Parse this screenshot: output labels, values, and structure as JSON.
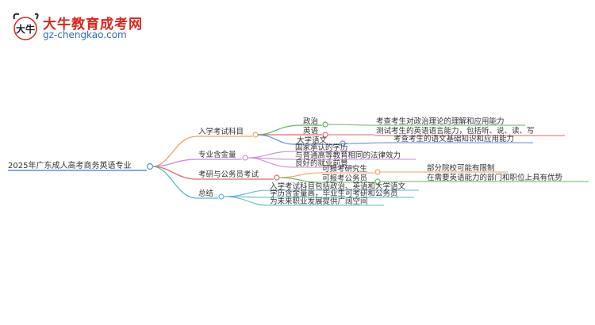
{
  "logo": {
    "brand": "大牛教育成考网",
    "site": "gz-chengkao.com",
    "mark_text": "大牛"
  },
  "mindmap": {
    "root": "2025年广东成人高考商务英语专业",
    "branches": [
      {
        "label": "入学考试科目",
        "color": "#f0a060",
        "children": [
          {
            "label": "政治",
            "color": "#5cb85c",
            "detail": "考查考生对政治理论的理解和应用能力"
          },
          {
            "label": "英语",
            "color": "#e06a6a",
            "detail": "测试考生的英语语言能力，包括听、说、读、写"
          },
          {
            "label": "大学语文",
            "color": "#5b8ee0",
            "detail": "考查考生的语文基础知识和应用能力"
          }
        ]
      },
      {
        "label": "专业含金量",
        "color": "#c48ad8",
        "children": [
          {
            "label": "国家承认的学历"
          },
          {
            "label": "与普通高等教育相同的法律效力"
          },
          {
            "label": "良好的就业前景"
          }
        ]
      },
      {
        "label": "考研与公务员考试",
        "color": "#e06a6a",
        "children": [
          {
            "label": "可报考研究生",
            "color": "#f0a060",
            "detail": "部分院校可能有限制"
          },
          {
            "label": "可报考公务员",
            "color": "#5cb85c",
            "detail": "在需要英语能力的部门和职位上具有优势"
          }
        ]
      },
      {
        "label": "总结",
        "color": "#5bb8c8",
        "children": [
          {
            "label": "入学考试科目包括政治、英语和大学语文"
          },
          {
            "label": "学历含金量高，毕业生可考研和公务员"
          },
          {
            "label": "为未来职业发展提供广阔空间"
          }
        ]
      }
    ]
  }
}
